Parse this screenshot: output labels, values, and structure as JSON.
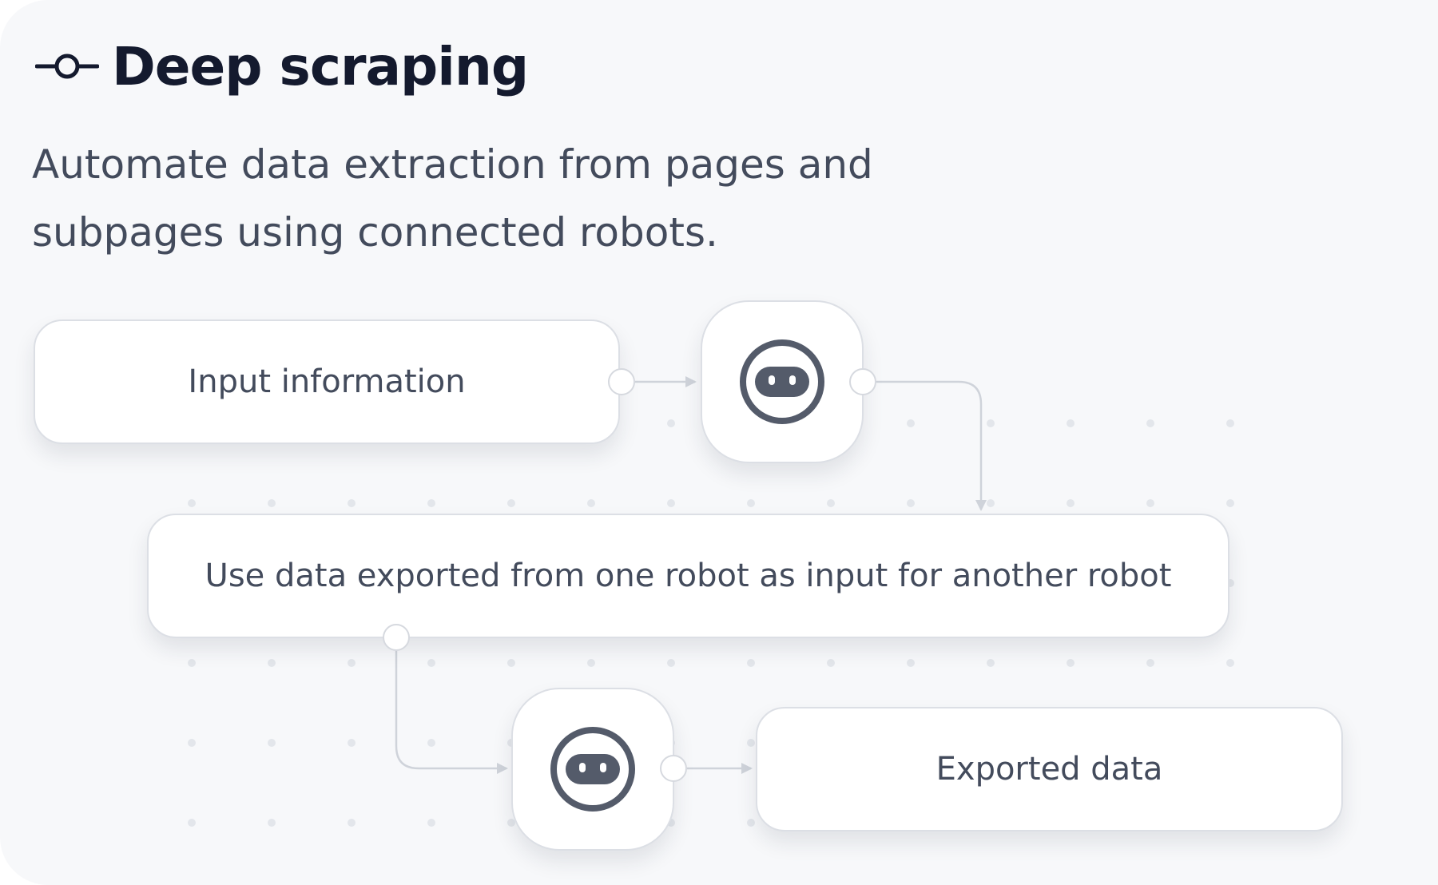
{
  "header": {
    "icon": "git-commit-icon",
    "title": "Deep scraping",
    "subtitle": "Automate data extraction from pages and subpages using connected robots."
  },
  "flow": {
    "input_label": "Input information",
    "robot_icon": "robot-icon",
    "middle_label": "Use data exported from one robot as input for another robot",
    "export_label": "Exported data"
  },
  "colors": {
    "background": "#f7f8fa",
    "title": "#141a2e",
    "text": "#434b5c",
    "robot_icon": "#545b6a",
    "connector": "#cfd3da",
    "node_border": "#dcdfe5"
  }
}
